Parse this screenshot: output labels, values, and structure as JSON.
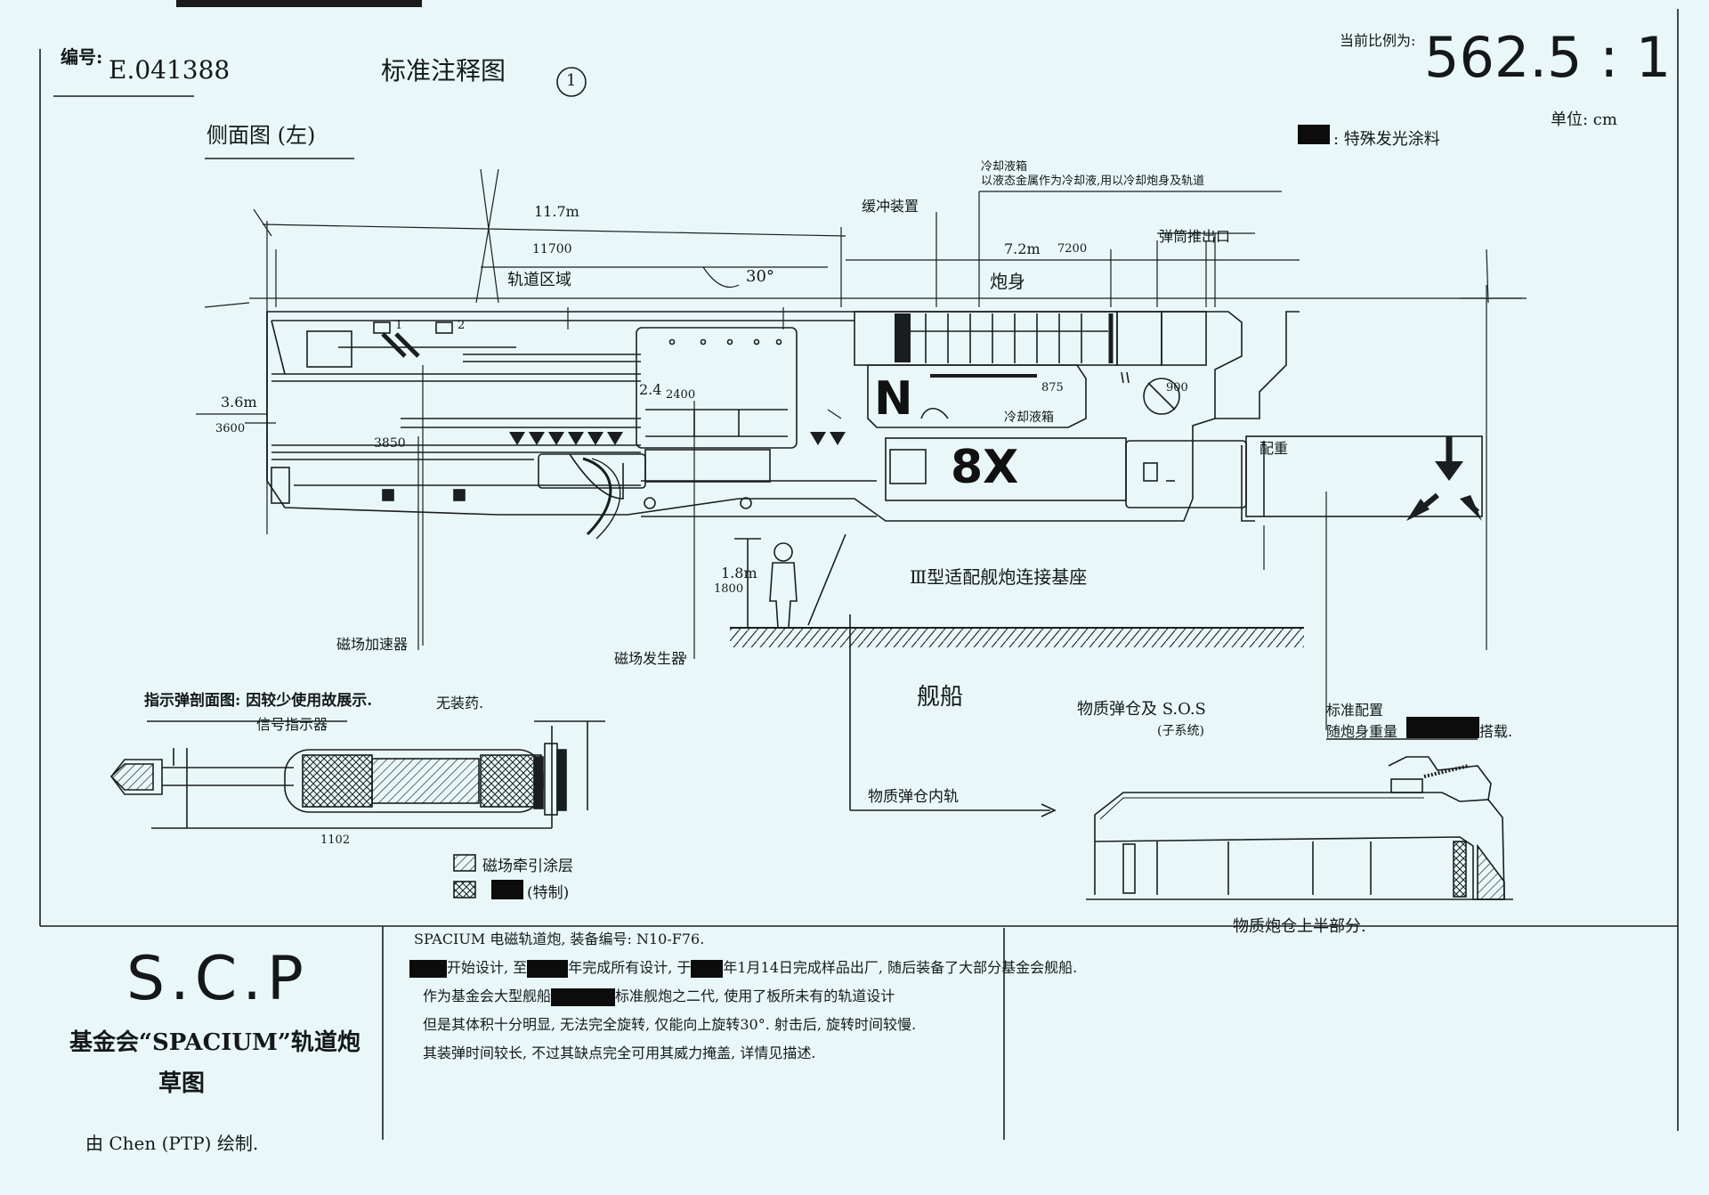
{
  "header": {
    "doc_number_label": "编号:",
    "doc_number": "E.041388",
    "title": "标准注释图",
    "title_circle_number": "1",
    "scale_label": "当前比例为:",
    "scale_value": "562.5 : 1",
    "unit_label": "单位: cm",
    "legend_special_paint": ": 特殊发光涂料"
  },
  "side_view": {
    "title": "侧面图 (左)",
    "dim_length_m": "11.7m",
    "dim_length_cm": "11700",
    "dim_height_m": "3.6m",
    "dim_height_cm": "3600",
    "dim_barrel_m": "7.2m",
    "dim_barrel_cm": "7200",
    "dim_box_m": "2.4",
    "dim_box_cm": "2400",
    "dim_inner": "3850",
    "dim_angle": "30°",
    "dim_person_m": "1.8m",
    "dim_person_cm": "1800",
    "dim_diameter": "900",
    "label_rail_zone": "轨道区域",
    "label_barrel": "炮身",
    "label_cooling": "冷却液箱",
    "label_cooling_note_1": "冷却液箱",
    "label_cooling_note_2": "以液态金属作为冷却液,用以冷却炮身及轨道",
    "label_spring": "缓冲装置",
    "label_muzzle": "弹筒推出口",
    "label_counterweight": "配重",
    "label_mount": "Ⅲ型适配舰炮连接基座",
    "label_magnetic_accel": "磁场加速器",
    "label_power_gen": "磁场发生器",
    "label_ship": "舰船",
    "label_small_num": "875",
    "label_marker_1": "1",
    "label_marker_2": "2",
    "hull_code_letter_1": "N",
    "hull_code_letter_2": "8X"
  },
  "shell_view": {
    "title": "指示弹剖面图: 因较少使用故展示.",
    "label_signal": "信号指示器",
    "label_no_charge": "无装药.",
    "dim_length": "1102",
    "legend_magnetic": "磁场牵引涂层",
    "legend_special": "(特制)"
  },
  "turret_view": {
    "label_sos": "物质弹仓及 S.O.S",
    "label_sos_sub": "(子系统)",
    "label_inner_rail": "物质弹仓内轨",
    "label_standard_1": "标准配置",
    "label_standard_2": "随炮身重量",
    "label_standard_3": "搭载.",
    "caption": "物质炮仓上半部分."
  },
  "title_block": {
    "scp": "S.C.P",
    "name": "基金会“SPACIUM”轨道炮",
    "subtitle": "草图",
    "author": "由 Chen (PTP) 绘制."
  },
  "description": {
    "line1": "SPACIUM 电磁轨道炮, 装备编号: N10-F76.",
    "line2a": "开始设计, 至",
    "line2b": "年完成所有设计, 于",
    "line2c": "年1月14日完成样品出厂, 随后装备了大部分基金会舰船.",
    "line3a": "作为基金会大型舰船",
    "line3b": "标准舰炮之二代, 使用了板所未有的轨道设计",
    "line4": "但是其体积十分明显, 无法完全旋转, 仅能向上旋转30°. 射击后, 旋转时间较慢.",
    "line5": "其装弹时间较长, 不过其缺点完全可用其威力掩盖, 详情见描述."
  }
}
